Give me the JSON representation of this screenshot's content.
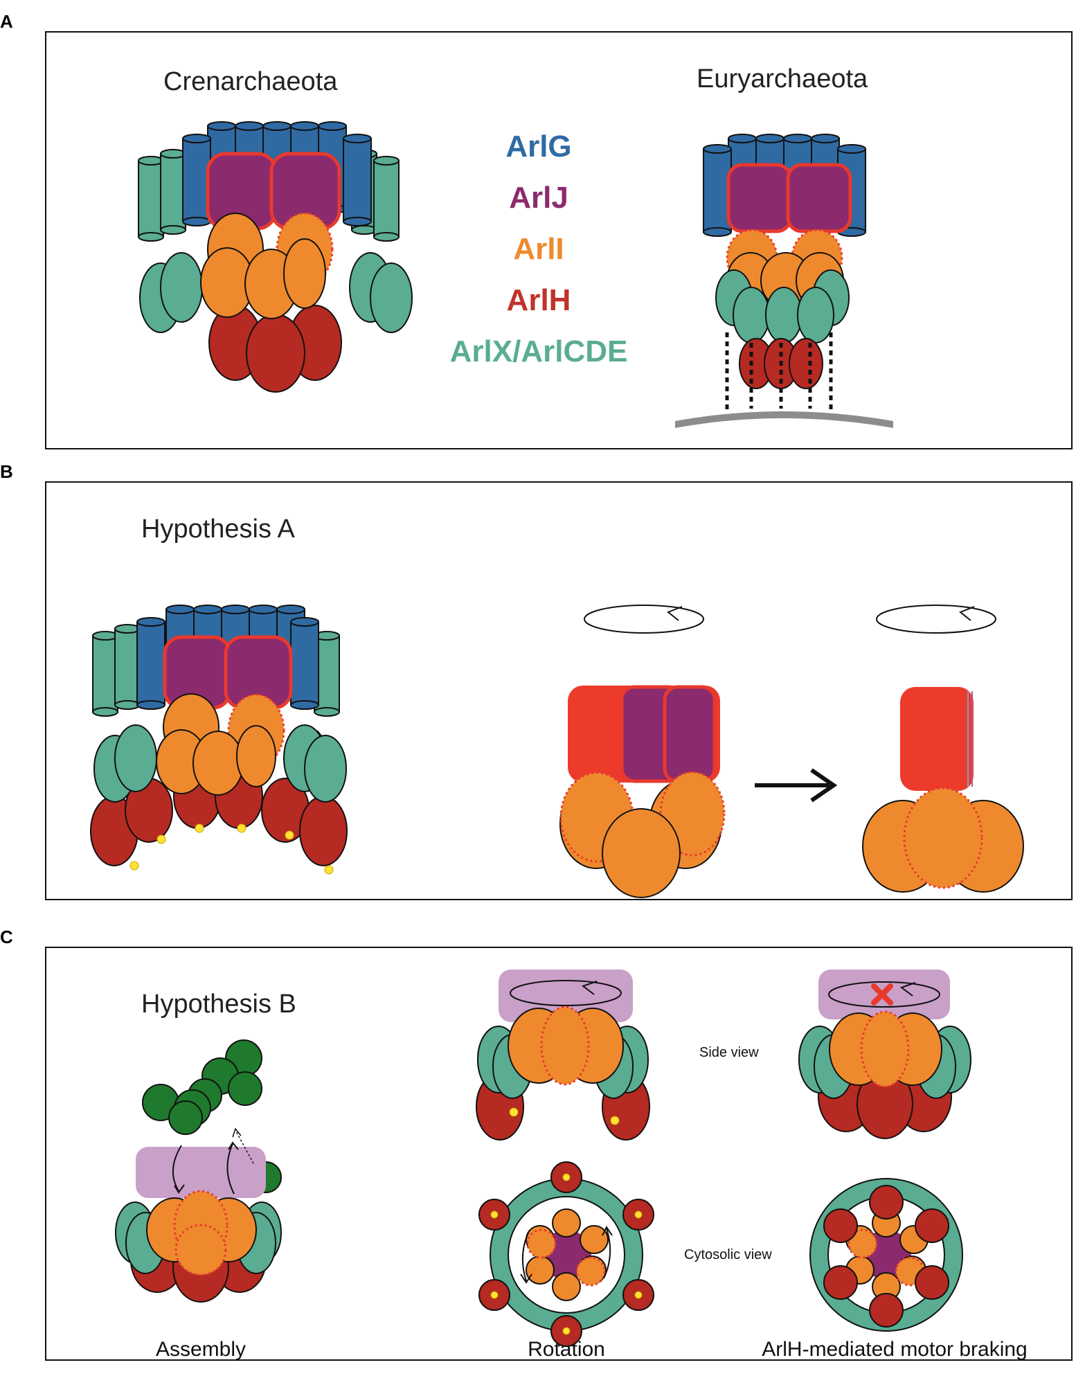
{
  "panels": {
    "a": {
      "letter": "A",
      "left_title": "Crenarchaeota",
      "right_title": "Euryarchaeota"
    },
    "b": {
      "letter": "B",
      "title": "Hypothesis A"
    },
    "c": {
      "letter": "C",
      "title": "Hypothesis B",
      "side_view": "Side view",
      "cytosolic_view": "Cytosolic view",
      "captions": [
        "Assembly",
        "Rotation",
        "ArlH-mediated motor braking"
      ]
    }
  },
  "legend": [
    {
      "label": "ArlG",
      "color": "#2f6aa3"
    },
    {
      "label": "ArlJ",
      "color": "#8b2a6c"
    },
    {
      "label": "ArlI",
      "color": "#ee8a2d"
    },
    {
      "label": "ArlH",
      "color": "#c0332b"
    },
    {
      "label": "ArlX/ArlCDE",
      "color": "#5aac92"
    }
  ]
}
